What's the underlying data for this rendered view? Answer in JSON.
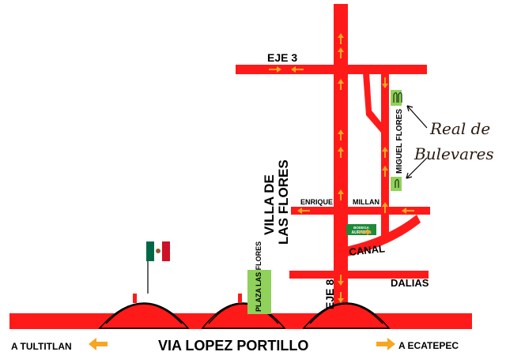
{
  "labels": {
    "eje3": "EJE 3",
    "eje8": "EJE 8",
    "villa_line1": "VILLA DE",
    "villa_line2": "LAS FLORES",
    "miguel_flores": "MIGUEL FLORES",
    "enrique": "ENRIQUE",
    "millan": "MILLAN",
    "canal": "CANAL",
    "dalias": "DALIAS",
    "plaza": "PLAZA LAS FLORES",
    "via_lopez": "VIA LOPEZ PORTILLO",
    "a_tultitlan": "A  TULTITLAN",
    "a_ecatepec": "A ECATEPEC",
    "bodega_line1": "BODEGA",
    "bodega_line2": "AURRERA",
    "real_line1": "Real de",
    "real_line2": "Bulevares"
  },
  "colors": {
    "road": "#ff1a1a",
    "arrow": "#f5a623",
    "green_block": "#8fd15a",
    "bodega_green": "#1e8a3a",
    "flag_green": "#006847",
    "flag_red": "#ce1126",
    "text": "#000000"
  },
  "icons": {
    "flag": "mexico-flag-icon",
    "direction": "arrow-icon"
  }
}
